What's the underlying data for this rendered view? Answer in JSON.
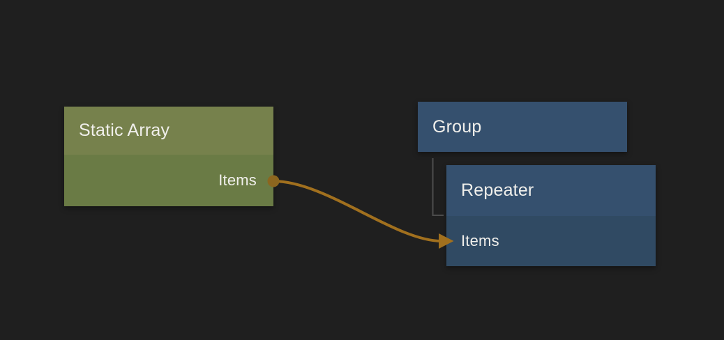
{
  "canvas": {
    "background_color": "#1f1f1f",
    "text_color": "#f0efeb"
  },
  "nodes": [
    {
      "title": "Static Array",
      "node_type": "array",
      "colors": {
        "header": "#76814c",
        "body": "#6a7b45"
      },
      "ports": [
        {
          "name": "Items",
          "direction": "output"
        }
      ]
    },
    {
      "title": "Group",
      "node_type": "group",
      "colors": {
        "header": "#35506e"
      },
      "ports": []
    },
    {
      "title": "Repeater",
      "node_type": "repeater",
      "colors": {
        "header": "#35506e",
        "body": "#304a63"
      },
      "ports": [
        {
          "name": "Items",
          "direction": "input"
        }
      ]
    }
  ],
  "connections": [
    {
      "from_node": "Static Array",
      "from_port": "Items",
      "to_node": "Repeater",
      "to_port": "Items",
      "wire_color": "#a1701e",
      "port_dot_color": "#8c661f"
    }
  ],
  "hierarchy": {
    "parent": "Group",
    "child": "Repeater",
    "connector_color": "#4c4c4c"
  }
}
